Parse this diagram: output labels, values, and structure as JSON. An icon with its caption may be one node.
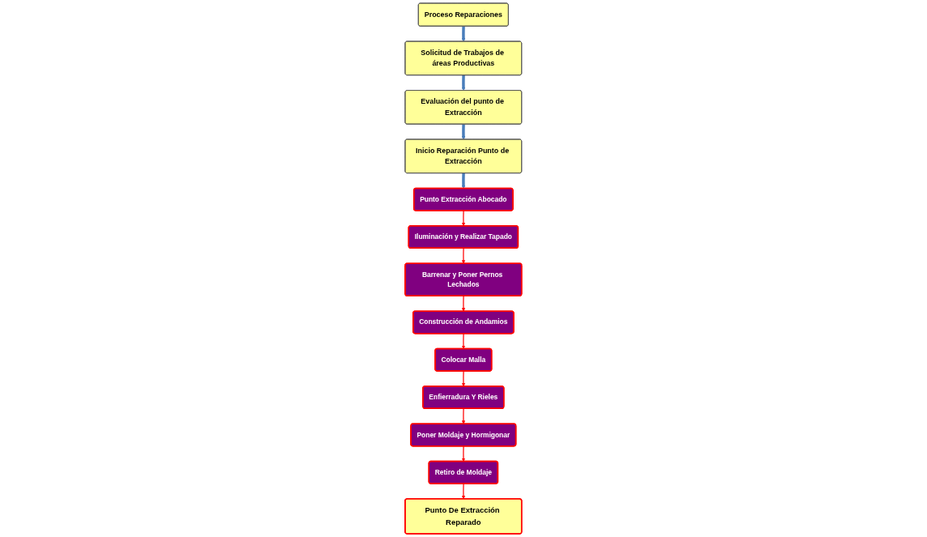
{
  "diagram": {
    "nodes": [
      {
        "text": [
          "Proceso Reparaciones"
        ]
      },
      {
        "text": [
          "Solicitud de Trabajos de áreas Productivas"
        ]
      },
      {
        "text": [
          "Evaluación del punto de Extracción"
        ]
      },
      {
        "text": [
          "Inicio Reparación Punto de Extracción"
        ]
      },
      {
        "text": [
          "Punto Extracción Abocado"
        ]
      },
      {
        "text": [
          "Iluminación y Realizar Tapado"
        ]
      },
      {
        "text": [
          "Barrenar y Poner Pernos Lechados"
        ]
      },
      {
        "text": [
          "Construcción de Andamios"
        ]
      },
      {
        "text": [
          "Colocar Malla"
        ]
      },
      {
        "text": [
          "Enfierradura Y Rieles"
        ]
      },
      {
        "text": [
          "Poner Moldaje y Hormigonar"
        ]
      },
      {
        "text": [
          "Retiro de Moldaje"
        ]
      },
      {
        "text": [
          "Punto De Extracción Reparado"
        ]
      }
    ],
    "edges": [
      {
        "from": 0,
        "to": 1,
        "arrow": "to",
        "style": "thick",
        "color": "#4a7ebb"
      },
      {
        "from": 1,
        "to": 2,
        "arrow": "to",
        "style": "thick",
        "color": "#4a7ebb"
      },
      {
        "from": 2,
        "to": 3,
        "arrow": "to",
        "style": "thick",
        "color": "#4a7ebb"
      },
      {
        "from": 3,
        "to": 4,
        "arrow": "to",
        "style": "thick",
        "color": "#4a7ebb"
      },
      {
        "from": 4,
        "to": 5,
        "arrow": "to"
      },
      {
        "from": 5,
        "to": 6,
        "arrow": "to"
      },
      {
        "from": 6,
        "to": 7,
        "arrow": "to"
      },
      {
        "from": 7,
        "to": 8,
        "arrow": "to"
      },
      {
        "from": 8,
        "to": 9,
        "arrow": "to"
      },
      {
        "from": 9,
        "to": 10,
        "arrow": "to"
      },
      {
        "from": 10,
        "to": 11,
        "arrow": "to"
      },
      {
        "from": 11,
        "to": 12,
        "arrow": "to"
      }
    ]
  }
}
